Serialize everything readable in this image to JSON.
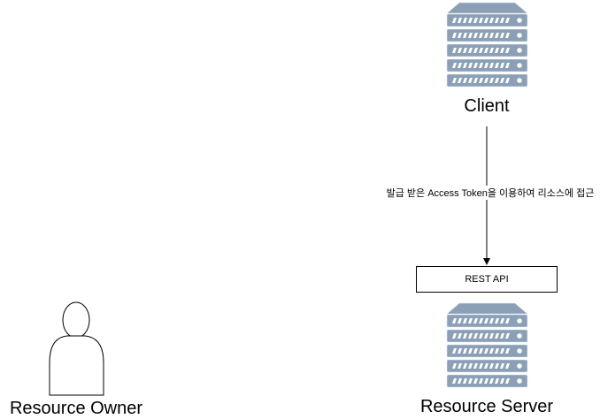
{
  "nodes": {
    "client": {
      "label": "Client",
      "icon": "server-icon"
    },
    "resource_server": {
      "label": "Resource Server",
      "icon": "server-icon"
    },
    "resource_owner": {
      "label": "Resource Owner",
      "icon": "user-icon"
    },
    "rest_api": {
      "label": "REST API"
    }
  },
  "edges": {
    "client_to_api": {
      "label": "발급 받은 Access Token을 이용하여 리소스에 접근"
    }
  },
  "colors": {
    "server_body": "#8b9fb6",
    "server_stripe": "#ffffff",
    "outline": "#000000"
  }
}
